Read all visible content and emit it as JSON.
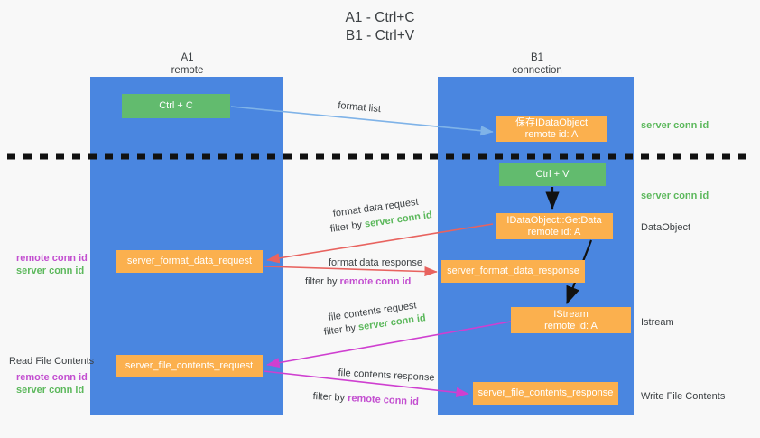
{
  "title": {
    "line1": "A1 - Ctrl+C",
    "line2": "B1 - Ctrl+V"
  },
  "lanes": [
    {
      "name": "A1",
      "sub": "remote"
    },
    {
      "name": "B1",
      "sub": "connection"
    }
  ],
  "nodes": {
    "ctrl_c": {
      "label": "Ctrl + C",
      "color": "#62bb6e"
    },
    "save_dataobject": {
      "label": "保存IDataObject",
      "sub": "remote id: A",
      "color": "#fbb04e"
    },
    "ctrl_v": {
      "label": "Ctrl + V",
      "color": "#62bb6e"
    },
    "getdata": {
      "label": "IDataObject::GetData",
      "sub": "remote id: A",
      "color": "#fbb04e"
    },
    "server_format_data_request": {
      "label": "server_format_data_request",
      "color": "#fbb04e"
    },
    "server_format_data_response": {
      "label": "server_format_data_response",
      "color": "#fbb04e"
    },
    "istream": {
      "label": "IStream",
      "sub": "remote id: A",
      "color": "#fbb04e"
    },
    "server_file_contents_request": {
      "label": "server_file_contents_request",
      "color": "#fbb04e"
    },
    "server_file_contents_response": {
      "label": "server_file_contents_response",
      "color": "#fbb04e"
    }
  },
  "edges": {
    "format_list": "format list",
    "format_data_request": "format data request",
    "format_data_request_filter_prefix": "filter by ",
    "format_data_request_filter_key": "server conn id",
    "format_data_response": "format data response",
    "format_data_response_filter_prefix": "filter by ",
    "format_data_response_filter_key": "remote conn id",
    "file_contents_request": "file contents request",
    "file_contents_request_filter_prefix": "filter by ",
    "file_contents_request_filter_key": "server conn id",
    "file_contents_response": "file contents response",
    "file_contents_response_filter_prefix": "filter by ",
    "file_contents_response_filter_key": "remote conn id"
  },
  "right_labels": {
    "server_conn_id_top": "server conn id",
    "server_conn_id_mid": "server conn id",
    "dataobject": "DataObject",
    "istream": "Istream",
    "write_file_contents": "Write File Contents"
  },
  "left_labels": {
    "remote_conn_id_1": "remote conn id",
    "server_conn_id_1": "server conn id",
    "read_file_contents": "Read File Contents",
    "remote_conn_id_2": "remote conn id",
    "server_conn_id_2": "server conn id"
  },
  "colors": {
    "panel_blue": "#4a86e0",
    "green_node": "#62bb6e",
    "orange_node": "#fbb04e",
    "green_text": "#5cb85c",
    "purple_text": "#c34fd0",
    "red_arrow": "#e8635f",
    "magenta_arrow": "#cf3fd0",
    "light_blue_arrow": "#7fb3e8",
    "black_arrow": "#000000",
    "background": "#f8f8f8"
  }
}
